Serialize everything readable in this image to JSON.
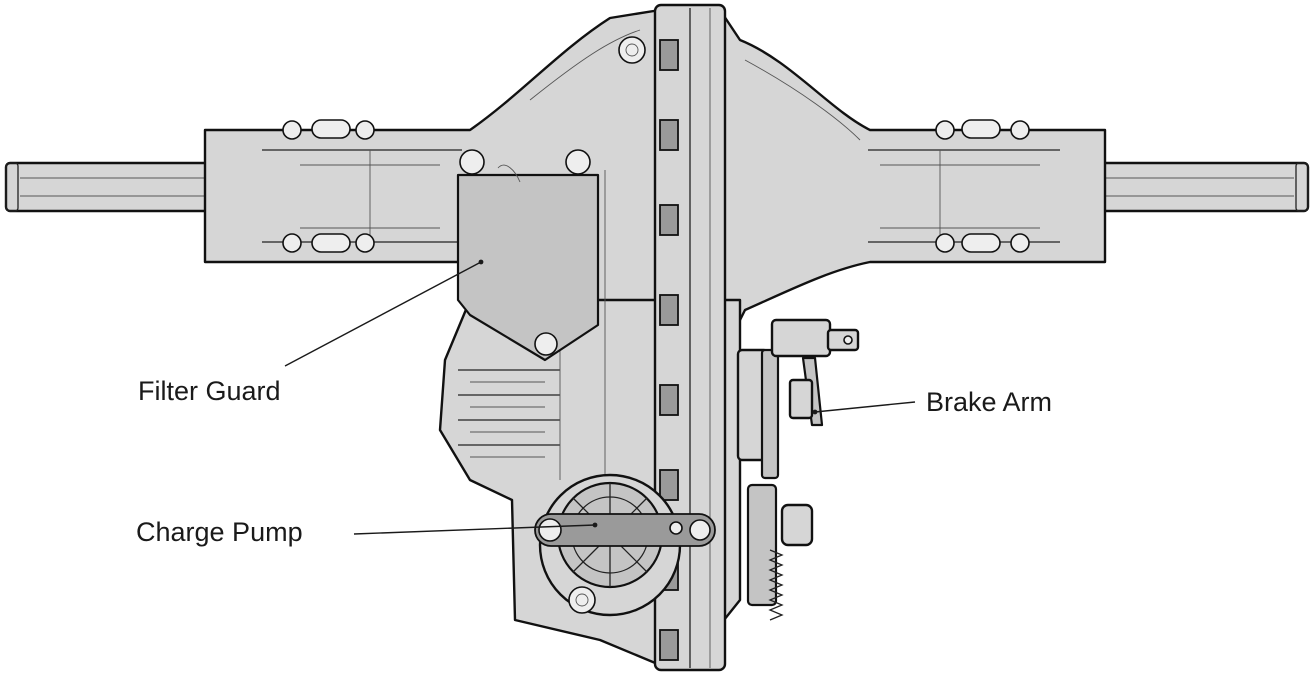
{
  "diagram": {
    "callouts": [
      {
        "id": "filter-guard",
        "label": "Filter Guard"
      },
      {
        "id": "brake-arm",
        "label": "Brake Arm"
      },
      {
        "id": "charge-pump",
        "label": "Charge Pump"
      }
    ]
  }
}
